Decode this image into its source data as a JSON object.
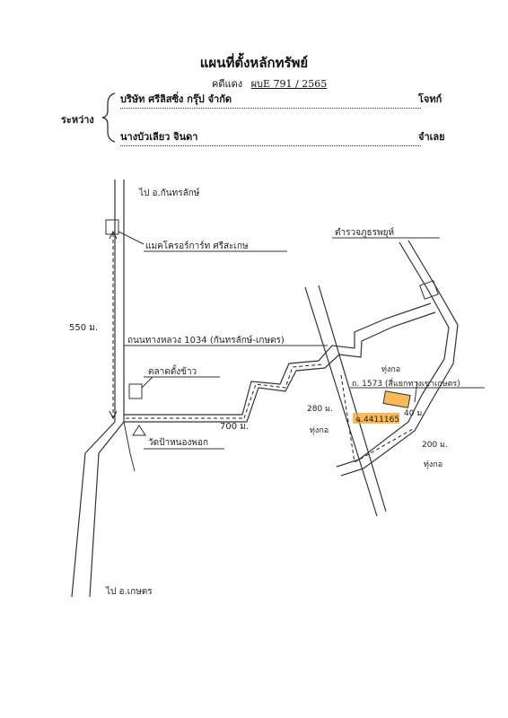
{
  "header": {
    "title": "แผนที่ตั้งหลักทรัพย์",
    "case_label": "คดีแดง",
    "case_number": "ผบE 791 / 2565",
    "between_label": "ระหว่าง",
    "plaintiff": "บริษัท ศรีลิสซิ่ง กรุ๊ป จำกัด",
    "plaintiff_role": "โจทก์",
    "defendant": "นางบัวเลียว จินดา",
    "defendant_role": "จำเลย"
  },
  "map": {
    "labels": {
      "to_north": "ไป อ.กันทรลักษ์",
      "makro": "แมคโครอร์การ์ท ศรีสะเกษ",
      "police": "ตำรวจภูธรพยุห์",
      "highway": "ถนนทางหลวง 1034 (กันทรลักษ์-เกษตร)",
      "market": "ตลาดตั้งข้าว",
      "temple": "วัดป้าหนองพอก",
      "dist_550": "550 ม.",
      "dist_700": "700 ม.",
      "dist_280": "280 ม.",
      "dist_200": "200 ม.",
      "dist_40": "40 ม.",
      "junction_1": "ทุ่งกอ",
      "junction_2": "ทุ่งกอ",
      "junction_3": "ทุ่งกอ",
      "road_1573": "ถ. 1573 (สี่แยกทางเขาเกษตร)",
      "property_id": "ฉ.4411165",
      "to_south": "ไป อ.เกษตร"
    },
    "highlight_color": "#f7a21b"
  }
}
